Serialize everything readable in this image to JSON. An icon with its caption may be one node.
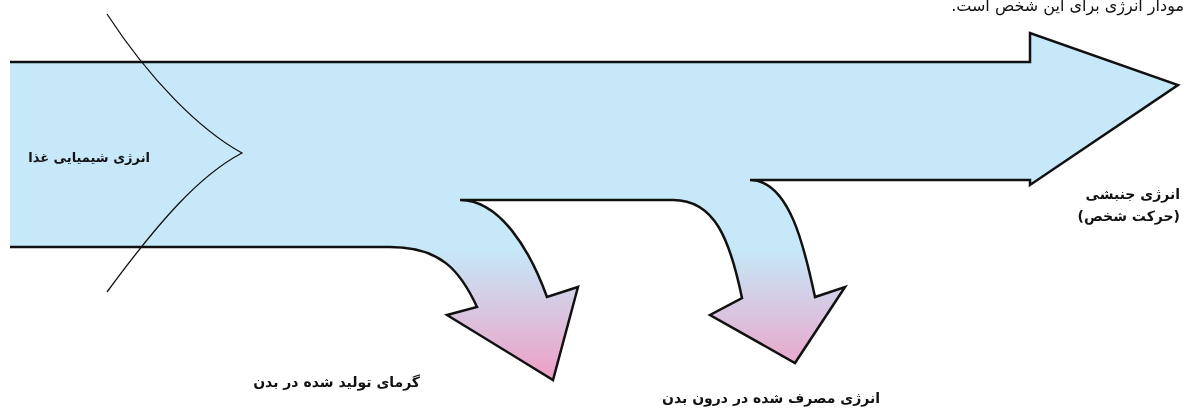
{
  "diagram": {
    "nodes": [
      {
        "text": [
          "انرژی شیمیایی غذا"
        ]
      },
      {
        "text": [
          "انرژی جنبشی (حرکت شخص)"
        ]
      },
      {
        "text": [
          "گرمای تولید شده در بدن"
        ]
      },
      {
        "text": [
          "انرژی مصرف شده در درون بدن"
        ]
      }
    ],
    "edges": [
      {
        "from": 0,
        "to": 1,
        "arrow": "to"
      },
      {
        "from": 0,
        "to": 2,
        "arrow": "to"
      },
      {
        "from": 0,
        "to": 3,
        "arrow": "to"
      }
    ],
    "labels": [
      "مودار انرژی برای این شخص است."
    ]
  }
}
